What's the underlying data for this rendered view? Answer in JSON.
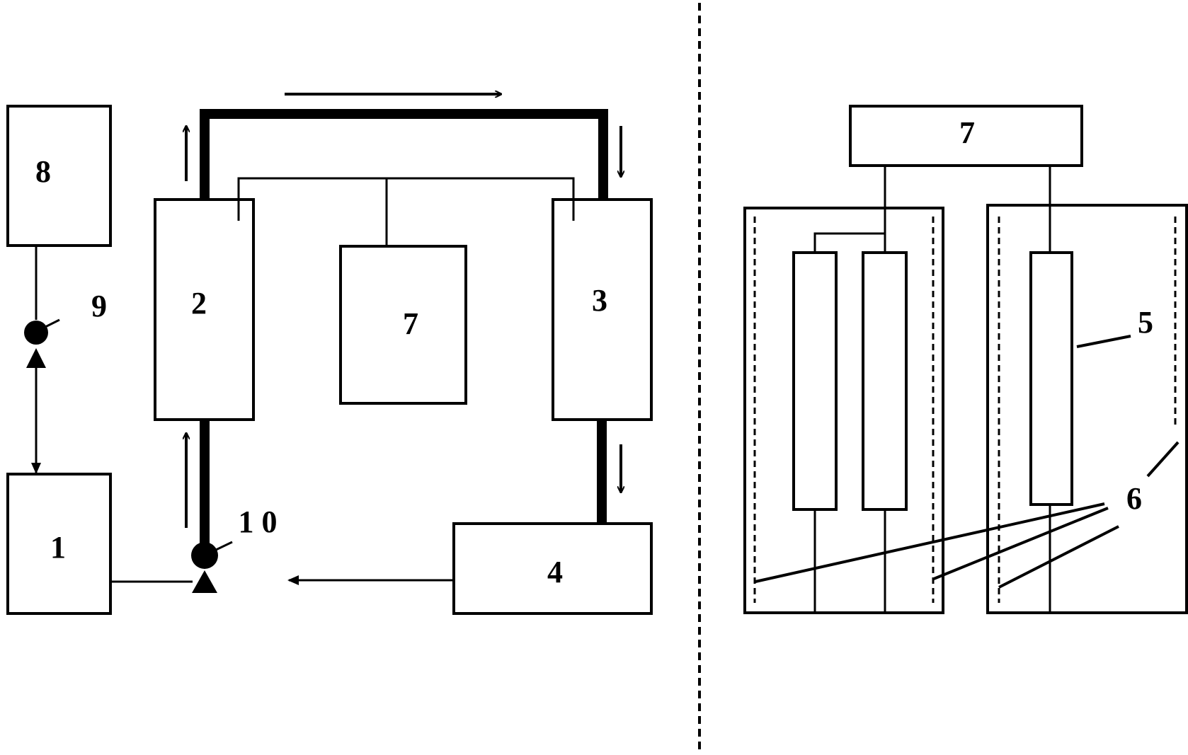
{
  "colors": {
    "line": "#000000",
    "background": "#ffffff"
  },
  "labels": {
    "unit_1": "1",
    "unit_2": "2",
    "unit_3": "3",
    "unit_4": "4",
    "unit_7_left": "7",
    "unit_7_right": "7",
    "unit_8": "8",
    "pump_9": "9",
    "pump_10": "1 0",
    "electrode_5": "5",
    "mesh_6": "6"
  }
}
